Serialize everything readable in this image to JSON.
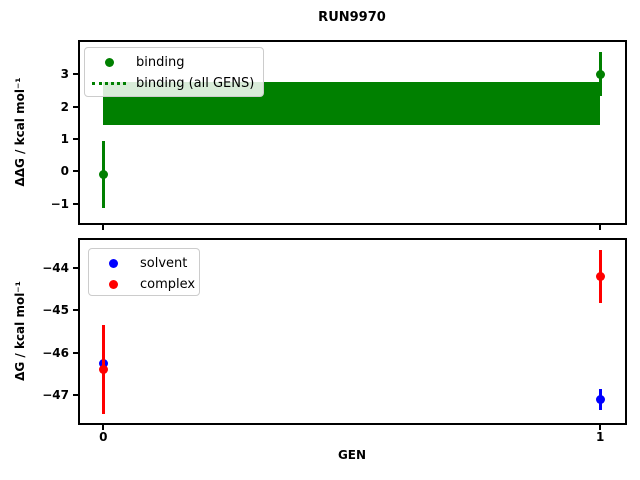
{
  "title": "RUN9970",
  "colors": {
    "binding": "#008000",
    "solvent": "#0000ff",
    "complex": "#ff0000",
    "axes": "#000000",
    "legend_border": "#cccccc"
  },
  "chart_data": [
    {
      "type": "scatter",
      "title": "RUN9970",
      "ylabel": "ΔΔG / kcal mol⁻¹",
      "xlabel": "",
      "xlim": [
        -0.047,
        1.05
      ],
      "ylim": [
        -1.6,
        4.0
      ],
      "grid": false,
      "legend_position": "upper-left",
      "yticks": [
        {
          "y": 3,
          "label": "3"
        },
        {
          "y": 2,
          "label": "2"
        },
        {
          "y": 1,
          "label": "1"
        },
        {
          "y": 0,
          "label": "0"
        },
        {
          "y": -1,
          "label": "−1"
        }
      ],
      "xticks": [
        {
          "x": 0,
          "label": ""
        },
        {
          "x": 1,
          "label": ""
        }
      ],
      "band": {
        "name": "binding (all GENS)",
        "color": "#008000",
        "x_from": 0,
        "x_to": 1,
        "y_from": 1.42,
        "y_to": 2.77,
        "y_center": 2.1
      },
      "series": [
        {
          "name": "binding",
          "color": "#008000",
          "marker": "circle",
          "points": [
            {
              "x": 0,
              "y": -0.1,
              "err": 1.05
            },
            {
              "x": 1,
              "y": 3.0,
              "err": 0.68
            }
          ]
        }
      ],
      "legend": [
        {
          "label": "binding",
          "swatch": "marker",
          "color": "#008000"
        },
        {
          "label": "binding (all GENS)",
          "swatch": "dotted-line",
          "color": "#008000"
        }
      ]
    },
    {
      "type": "scatter",
      "title": "",
      "ylabel": "ΔG / kcal mol⁻¹",
      "xlabel": "GEN",
      "xlim": [
        -0.047,
        1.05
      ],
      "ylim": [
        -47.65,
        -43.35
      ],
      "grid": false,
      "legend_position": "upper-left",
      "yticks": [
        {
          "y": -44,
          "label": "−44"
        },
        {
          "y": -45,
          "label": "−45"
        },
        {
          "y": -46,
          "label": "−46"
        },
        {
          "y": -47,
          "label": "−47"
        }
      ],
      "xticks": [
        {
          "x": 0,
          "label": "0"
        },
        {
          "x": 1,
          "label": "1"
        }
      ],
      "band": null,
      "series": [
        {
          "name": "solvent",
          "color": "#0000ff",
          "marker": "circle",
          "points": [
            {
              "x": 0,
              "y": -46.25,
              "err": 0.28
            },
            {
              "x": 1,
              "y": -47.1,
              "err": 0.25
            }
          ]
        },
        {
          "name": "complex",
          "color": "#ff0000",
          "marker": "circle",
          "points": [
            {
              "x": 0,
              "y": -46.4,
              "err": 1.05
            },
            {
              "x": 1,
              "y": -44.2,
              "err": 0.62
            }
          ]
        }
      ],
      "legend": [
        {
          "label": "solvent",
          "swatch": "marker",
          "color": "#0000ff"
        },
        {
          "label": "complex",
          "swatch": "marker",
          "color": "#ff0000"
        }
      ]
    }
  ]
}
